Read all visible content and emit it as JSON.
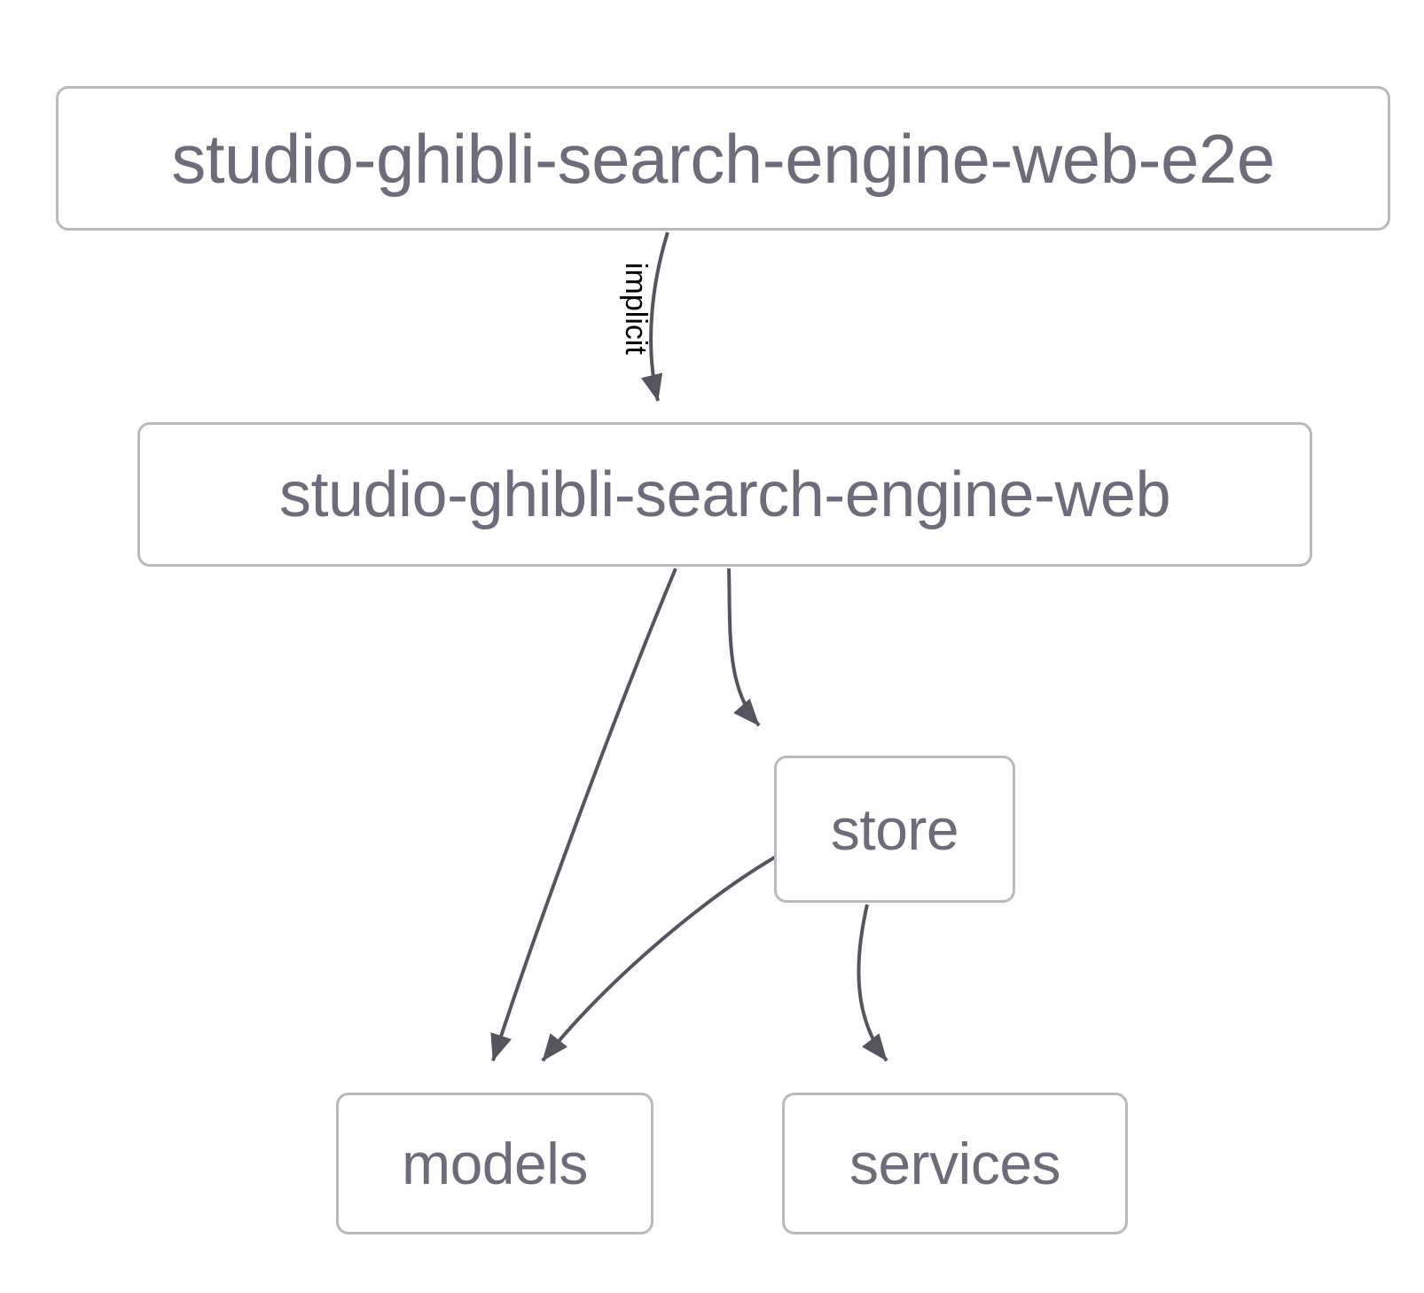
{
  "diagram": {
    "type": "dependency-graph",
    "background_color": "#ffffff",
    "node_border_color": "#b9b9be",
    "node_text_color": "#6c6c7c",
    "edge_color": "#55555f",
    "edge_label_color": "#000000",
    "nodes": [
      {
        "id": "e2e",
        "label": "studio-ghibli-search-engine-web-e2e"
      },
      {
        "id": "web",
        "label": "studio-ghibli-search-engine-web"
      },
      {
        "id": "store",
        "label": "store"
      },
      {
        "id": "models",
        "label": "models"
      },
      {
        "id": "services",
        "label": "services"
      }
    ],
    "edges": [
      {
        "from": "e2e",
        "to": "web",
        "label": "implicit"
      },
      {
        "from": "web",
        "to": "models",
        "label": ""
      },
      {
        "from": "web",
        "to": "store",
        "label": ""
      },
      {
        "from": "store",
        "to": "models",
        "label": ""
      },
      {
        "from": "store",
        "to": "services",
        "label": ""
      }
    ]
  }
}
